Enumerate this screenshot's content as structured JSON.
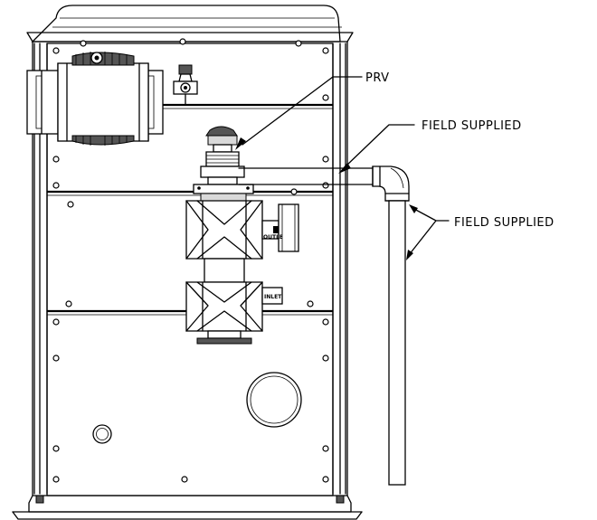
{
  "callouts": {
    "prv": "PRV",
    "field_supplied_pipe": "FIELD SUPPLIED",
    "field_supplied_vertical": "FIELD SUPPLIED"
  },
  "port_labels": {
    "outlet": "OUTLET",
    "inlet": "INLET"
  },
  "colors": {
    "line": "#000000",
    "background": "#ffffff"
  }
}
